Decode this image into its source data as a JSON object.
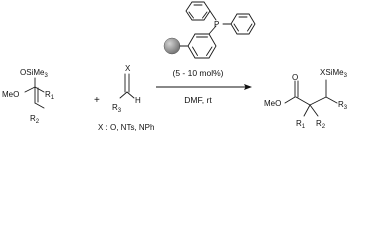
{
  "catalyst_loading": "(5 - 10 mol%)",
  "solvent_conditions": "DMF, rt",
  "substituent_note": "X : O, NTs, NPh",
  "phosphorus_label": "P",
  "reactant1": {
    "osime3": "OSiMe",
    "osime3_sub": "3",
    "meo": "MeO",
    "r1": "R",
    "r1_sub": "1",
    "r2": "R",
    "r2_sub": "2"
  },
  "plus_sign": "+",
  "reactant2": {
    "x": "X",
    "h": "H",
    "r3": "R",
    "r3_sub": "3"
  },
  "product": {
    "xsime3": "XSiMe",
    "xsime3_sub": "3",
    "meo": "MeO",
    "o": "O",
    "r1": "R",
    "r1_sub": "1",
    "r2": "R",
    "r2_sub": "2",
    "r3": "R",
    "r3_sub": "3"
  },
  "colors": {
    "ink": "#111111",
    "polymer_bead_dark": "#6f6f6f",
    "polymer_bead_light": "#d4d4d4"
  }
}
